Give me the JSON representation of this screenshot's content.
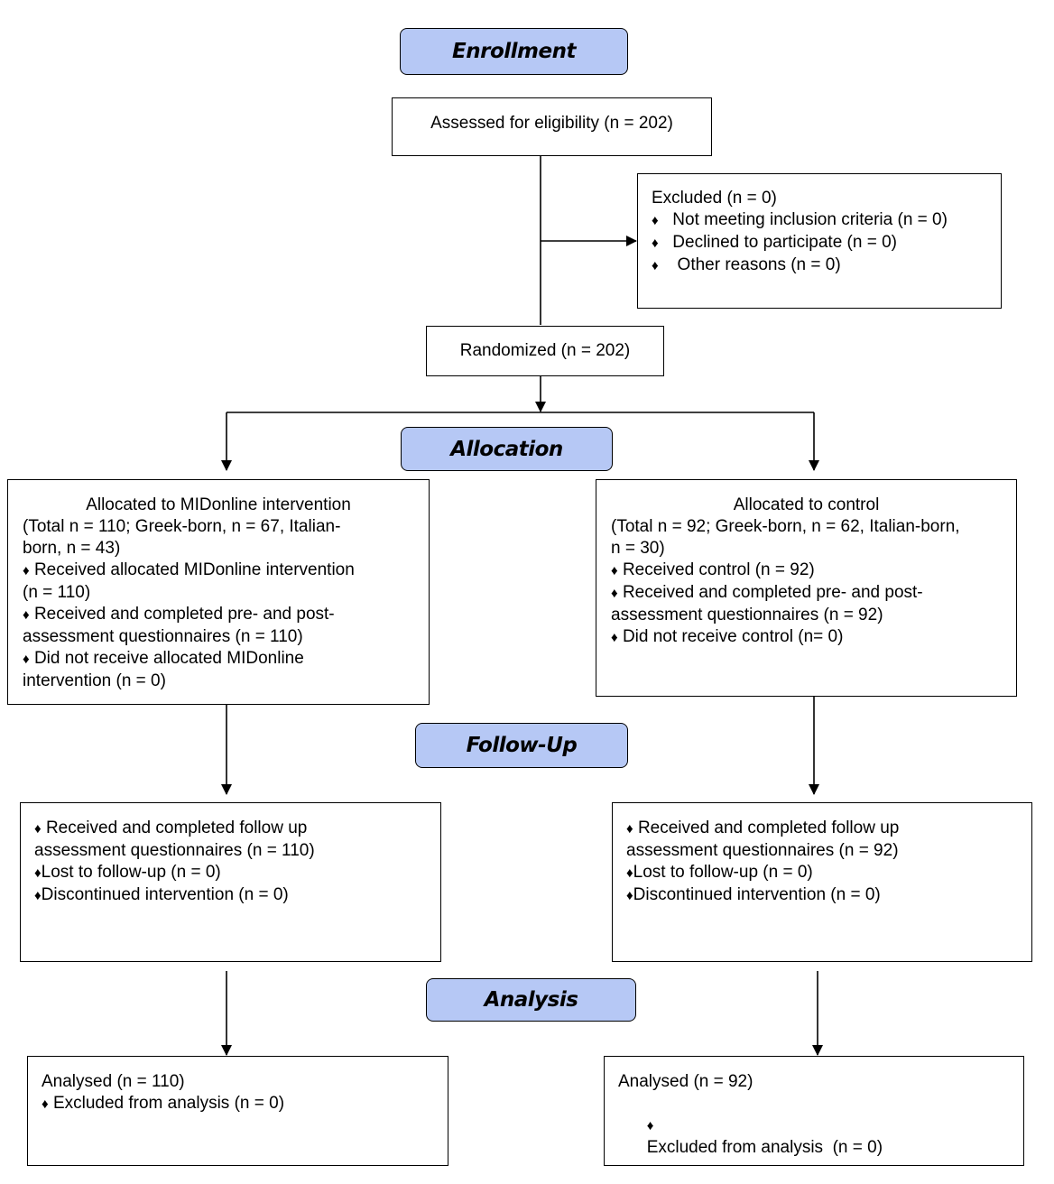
{
  "stages": {
    "enrollment": "Enrollment",
    "allocation": "Allocation",
    "followup": "Follow-Up",
    "analysis": "Analysis"
  },
  "assessed": "Assessed for eligibility (n = 202)",
  "excluded": {
    "title": "Excluded  (n = 0)",
    "items": [
      "Not meeting inclusion criteria (n = 0)",
      "Declined to participate (n = 0)",
      " Other reasons (n = 0)"
    ]
  },
  "randomized": "Randomized (n = 202)",
  "bullet": "♦",
  "intervention_alloc": {
    "title": "Allocated to MIDonline intervention",
    "lines": [
      "(Total n = 110; Greek-born, n = 67, Italian-",
      "born, n = 43)",
      "Received allocated MIDonline intervention",
      "(n = 110)",
      "Received and completed pre- and post-",
      "assessment questionnaires (n = 110)",
      "Did not receive allocated MIDonline",
      "intervention (n = 0)"
    ]
  },
  "control_alloc": {
    "title": "Allocated to control",
    "lines": [
      "(Total n = 92; Greek-born, n = 62, Italian-born,",
      "n = 30)",
      "Received control (n = 92)",
      "Received and completed pre- and post-",
      "assessment questionnaires (n = 92)",
      "Did not receive control (n= 0)"
    ]
  },
  "intervention_followup": {
    "lines": [
      "Received and completed follow up",
      "assessment questionnaires (n = 110)",
      "Lost to follow-up (n = 0)",
      "Discontinued intervention (n = 0)"
    ]
  },
  "control_followup": {
    "lines": [
      "Received and completed follow up",
      "assessment questionnaires (n = 92)",
      "Lost to follow-up (n = 0)",
      "Discontinued intervention (n = 0)"
    ]
  },
  "intervention_analysis": {
    "title": "Analysed (n = 110)",
    "item": "Excluded from analysis (n = 0)"
  },
  "control_analysis": {
    "title": "Analysed (n = 92)",
    "item": "Excluded from analysis  (n = 0)"
  }
}
